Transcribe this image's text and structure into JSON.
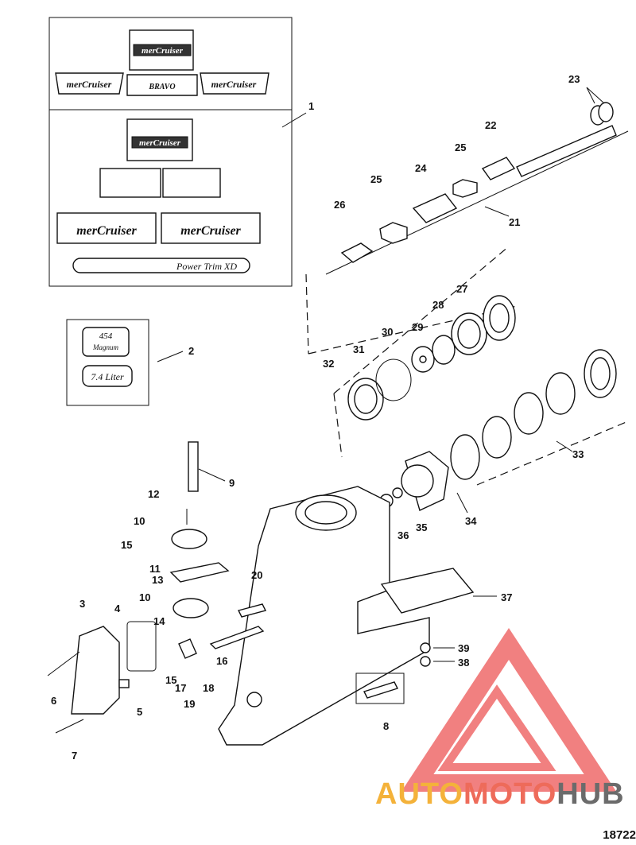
{
  "diagram": {
    "callouts": [
      "1",
      "2",
      "3",
      "4",
      "5",
      "6",
      "7",
      "8",
      "9",
      "10",
      "10",
      "11",
      "12",
      "13",
      "14",
      "15",
      "15",
      "16",
      "17",
      "18",
      "19",
      "20",
      "21",
      "22",
      "23",
      "24",
      "25",
      "25",
      "26",
      "27",
      "28",
      "29",
      "30",
      "31",
      "32",
      "33",
      "34",
      "35",
      "36",
      "37",
      "38",
      "39"
    ],
    "decals": {
      "brand": "merCruiser",
      "bravo": "BRAVO",
      "power_trim": "Power Trim XD",
      "magnum_top": "454",
      "magnum_bottom": "Magnum",
      "liter": "7.4 Liter"
    },
    "figure_id": "18722"
  },
  "watermark": {
    "auto": "AUTO",
    "moto": "MOTO",
    "hub": "HUB",
    "colors": {
      "auto": "#f4b23a",
      "moto": "#ee6b5a",
      "hub": "#6b6b6b",
      "logo": "#ef6b6b"
    }
  }
}
